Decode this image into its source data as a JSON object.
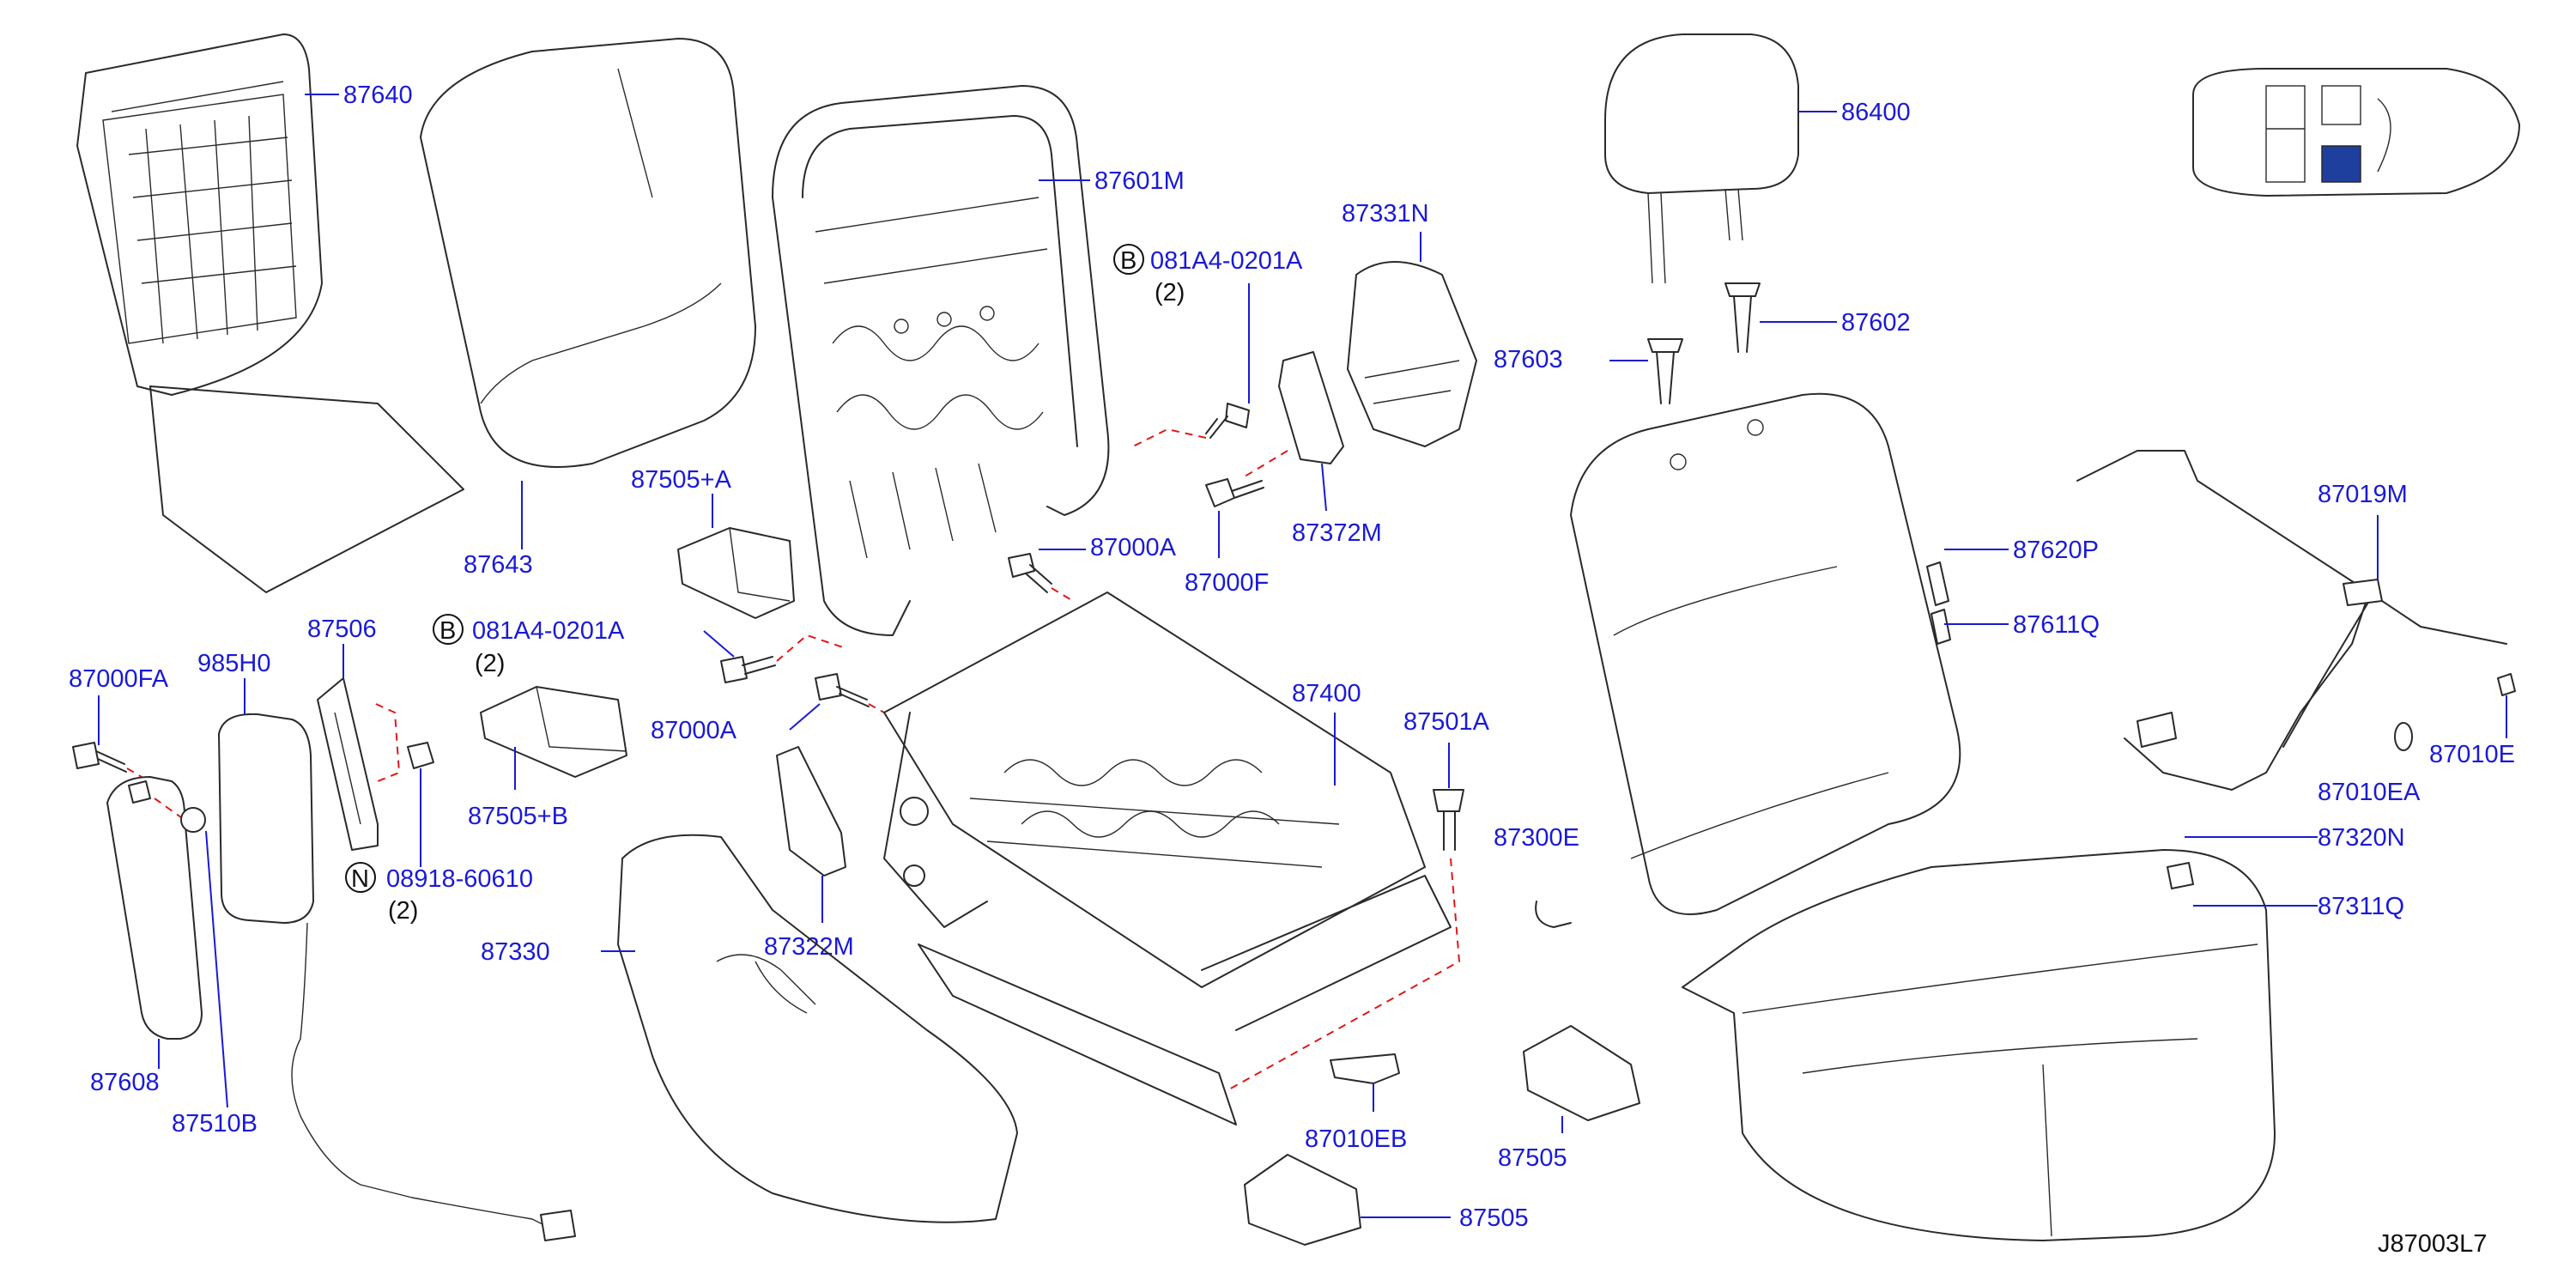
{
  "diagram_code": "J87003L7",
  "parts": {
    "p87640": "87640",
    "p87643": "87643",
    "p87601M": "87601M",
    "p081A4_top": "081A4-0201A",
    "p081A4_top_qty": "(2)",
    "p87331N": "87331N",
    "p86400": "86400",
    "p87602": "87602",
    "p87603": "87603",
    "p87372M": "87372M",
    "p87000F": "87000F",
    "p87000A_top": "87000A",
    "p87505A": "87505+A",
    "p081A4_mid": "081A4-0201A",
    "p081A4_mid_qty": "(2)",
    "p87506": "87506",
    "p985H0": "985H0",
    "p87000FA": "87000FA",
    "p87000A_mid": "87000A",
    "p87505B": "87505+B",
    "p87400": "87400",
    "p87501A": "87501A",
    "p87300E": "87300E",
    "p08918": "08918-60610",
    "p08918_qty": "(2)",
    "p87330": "87330",
    "p87322M": "87322M",
    "p87608": "87608",
    "p87510B": "87510B",
    "p87010EB": "87010EB",
    "p87505_a": "87505",
    "p87505_b": "87505",
    "p87620P": "87620P",
    "p87611Q": "87611Q",
    "p87019M": "87019M",
    "p87010EA": "87010EA",
    "p87010E": "87010E",
    "p87320N": "87320N",
    "p87311Q": "87311Q"
  },
  "circle_letters": {
    "b1": "B",
    "b2": "B",
    "n1": "N"
  },
  "colors": {
    "label": "#1a1ad6",
    "leader": "#1a1ad6",
    "dash": "#e01818",
    "highlight": "#1e3f9e"
  }
}
